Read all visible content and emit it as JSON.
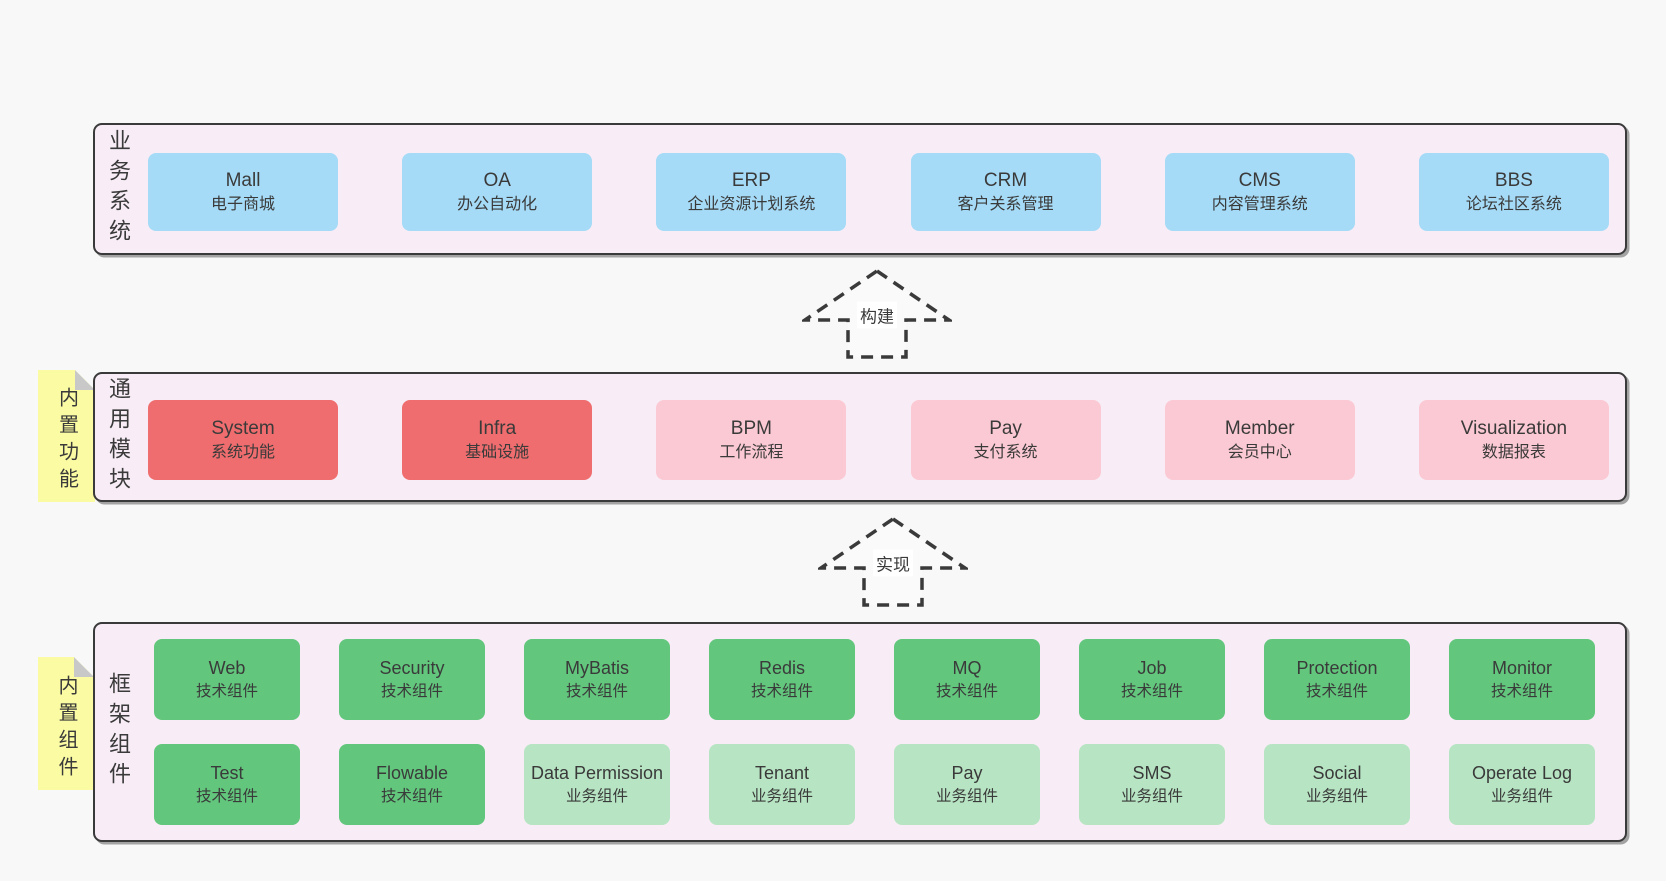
{
  "palette": {
    "page_background": "#f8f8f8",
    "band_background": "#f8edf6",
    "band_border": "#3a3a3a",
    "blue_box": "#a6dbf7",
    "red_box": "#ef6d6e",
    "pink_box": "#fbc9d3",
    "green_box": "#62c77d",
    "light_green_box": "#b7e5c3",
    "sticky_yellow": "#fbfba3",
    "fold_gray": "#c8c8c8",
    "text": "#3a3a3a"
  },
  "bands": {
    "business": {
      "label": "业务系统",
      "items": [
        {
          "en": "Mall",
          "zh": "电子商城"
        },
        {
          "en": "OA",
          "zh": "办公自动化"
        },
        {
          "en": "ERP",
          "zh": "企业资源计划系统"
        },
        {
          "en": "CRM",
          "zh": "客户关系管理"
        },
        {
          "en": "CMS",
          "zh": "内容管理系统"
        },
        {
          "en": "BBS",
          "zh": "论坛社区系统"
        }
      ]
    },
    "modules": {
      "label": "通用模块",
      "sticky": "内置功能",
      "items": [
        {
          "en": "System",
          "zh": "系统功能"
        },
        {
          "en": "Infra",
          "zh": "基础设施"
        },
        {
          "en": "BPM",
          "zh": "工作流程"
        },
        {
          "en": "Pay",
          "zh": "支付系统"
        },
        {
          "en": "Member",
          "zh": "会员中心"
        },
        {
          "en": "Visualization",
          "zh": "数据报表"
        }
      ]
    },
    "components": {
      "label": "框架组件",
      "sticky": "内置组件",
      "row1": [
        {
          "en": "Web",
          "zh": "技术组件"
        },
        {
          "en": "Security",
          "zh": "技术组件"
        },
        {
          "en": "MyBatis",
          "zh": "技术组件"
        },
        {
          "en": "Redis",
          "zh": "技术组件"
        },
        {
          "en": "MQ",
          "zh": "技术组件"
        },
        {
          "en": "Job",
          "zh": "技术组件"
        },
        {
          "en": "Protection",
          "zh": "技术组件"
        },
        {
          "en": "Monitor",
          "zh": "技术组件"
        }
      ],
      "row2": [
        {
          "en": "Test",
          "zh": "技术组件"
        },
        {
          "en": "Flowable",
          "zh": "技术组件"
        },
        {
          "en": "Data Permission",
          "zh": "业务组件"
        },
        {
          "en": "Tenant",
          "zh": "业务组件"
        },
        {
          "en": "Pay",
          "zh": "业务组件"
        },
        {
          "en": "SMS",
          "zh": "业务组件"
        },
        {
          "en": "Social",
          "zh": "业务组件"
        },
        {
          "en": "Operate Log",
          "zh": "业务组件"
        }
      ]
    }
  },
  "arrows": {
    "build": "构建",
    "implement": "实现"
  }
}
